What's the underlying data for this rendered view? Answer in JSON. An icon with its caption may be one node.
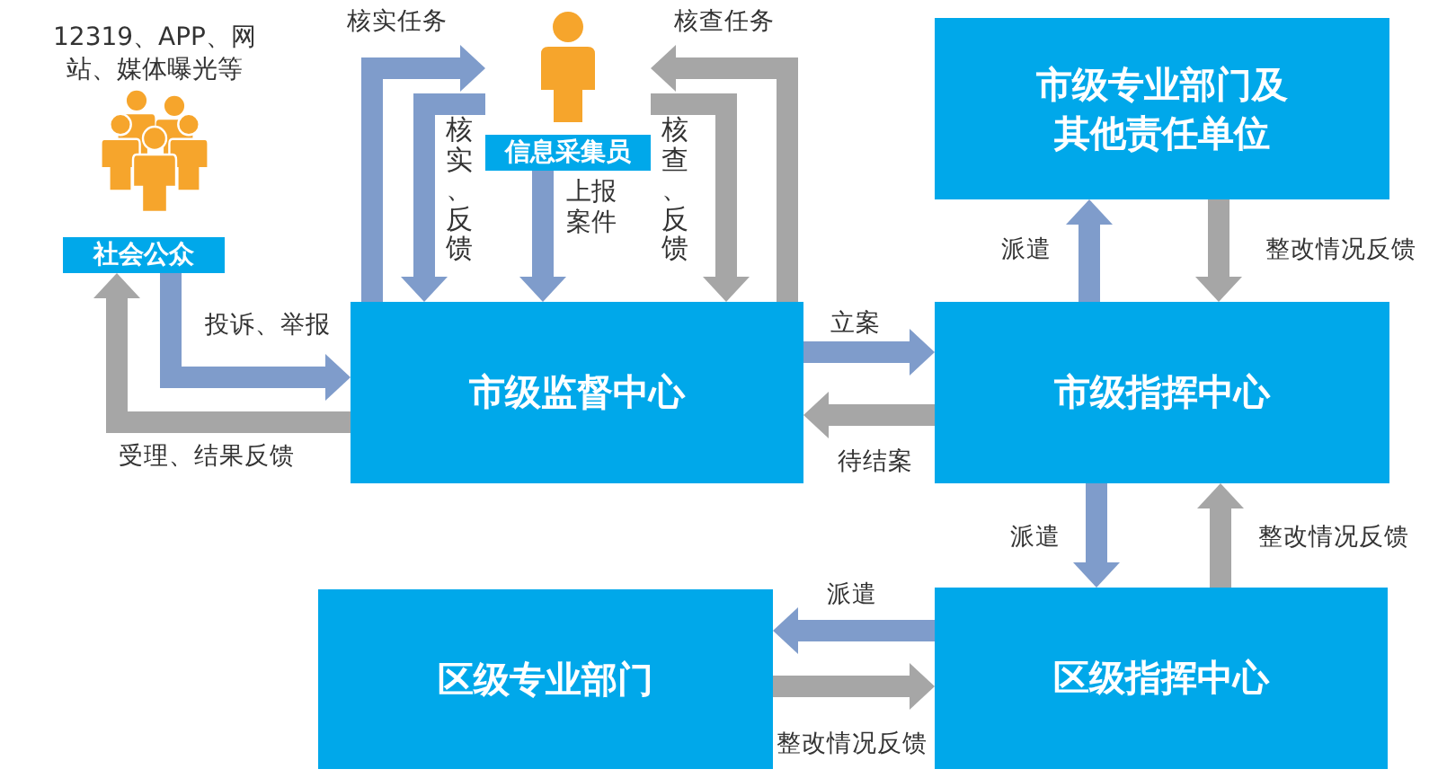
{
  "diagram": {
    "nodes": [
      {
        "text": [
          "社会公众"
        ],
        "beside": [
          "12319、APP、网站、媒体曝光等"
        ]
      },
      {
        "text": [
          "信息采集员"
        ]
      },
      {
        "text": [
          "市级监督中心"
        ]
      },
      {
        "text": [
          "市级专业部门及其他责任单位"
        ]
      },
      {
        "text": [
          "市级指挥中心"
        ]
      },
      {
        "text": [
          "区级专业部门"
        ]
      },
      {
        "text": [
          "区级指挥中心"
        ]
      }
    ],
    "edges": [
      {
        "from": 0,
        "to": 2,
        "arrow": "to",
        "label": "投诉、举报"
      },
      {
        "from": 2,
        "to": 0,
        "arrow": "to",
        "label": "受理、结果反馈",
        "color": "#a6a6a6"
      },
      {
        "from": 2,
        "to": 1,
        "arrow": "to",
        "label": "核实任务"
      },
      {
        "from": 1,
        "to": 2,
        "arrow": "to",
        "label": "核实、反馈"
      },
      {
        "from": 1,
        "to": 2,
        "arrow": "to",
        "label": "上报案件"
      },
      {
        "from": 2,
        "to": 1,
        "arrow": "to",
        "label": "核查任务",
        "color": "#a6a6a6"
      },
      {
        "from": 1,
        "to": 2,
        "arrow": "to",
        "label": "核查、反馈",
        "color": "#a6a6a6"
      },
      {
        "from": 2,
        "to": 4,
        "arrow": "to",
        "label": "立案"
      },
      {
        "from": 4,
        "to": 2,
        "arrow": "to",
        "label": "待结案",
        "color": "#a6a6a6"
      },
      {
        "from": 4,
        "to": 3,
        "arrow": "to",
        "label": "派遣"
      },
      {
        "from": 3,
        "to": 4,
        "arrow": "to",
        "label": "整改情况反馈",
        "color": "#a6a6a6"
      },
      {
        "from": 4,
        "to": 6,
        "arrow": "to",
        "label": "派遣"
      },
      {
        "from": 6,
        "to": 4,
        "arrow": "to",
        "label": "整改情况反馈",
        "color": "#a6a6a6"
      },
      {
        "from": 6,
        "to": 5,
        "arrow": "to",
        "label": "派遣"
      },
      {
        "from": 5,
        "to": 6,
        "arrow": "to",
        "label": "整改情况反馈",
        "color": "#a6a6a6"
      }
    ]
  }
}
